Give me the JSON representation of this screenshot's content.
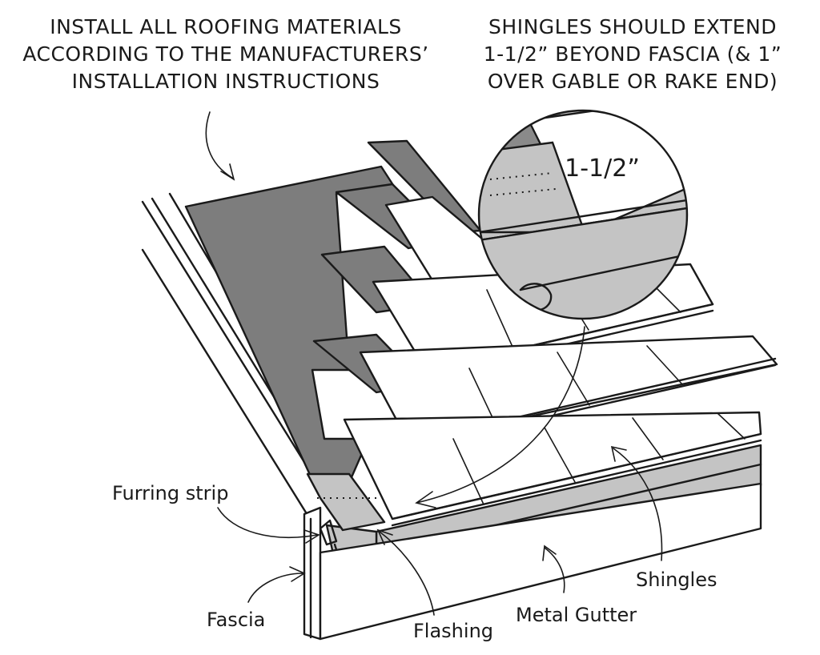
{
  "notes": {
    "left": [
      "INSTALL ALL ROOFING MATERIALS",
      "ACCORDING TO THE MANUFACTURERS’",
      "INSTALLATION INSTRUCTIONS"
    ],
    "right": [
      "SHINGLES SHOULD EXTEND",
      "1-1/2” BEYOND FASCIA (& 1”",
      "OVER GABLE OR RAKE END)"
    ]
  },
  "labels": {
    "furring_strip": "Furring strip",
    "fascia": "Fascia",
    "flashing": "Flashing",
    "metal_gutter": "Metal Gutter",
    "shingles": "Shingles"
  },
  "detail": {
    "measurement": "1-1/2”"
  },
  "colors": {
    "underlayment": "#7d7d7d",
    "gutter": "#c4c4c4",
    "shingle": "#ffffff",
    "line": "#1a1a1a"
  }
}
